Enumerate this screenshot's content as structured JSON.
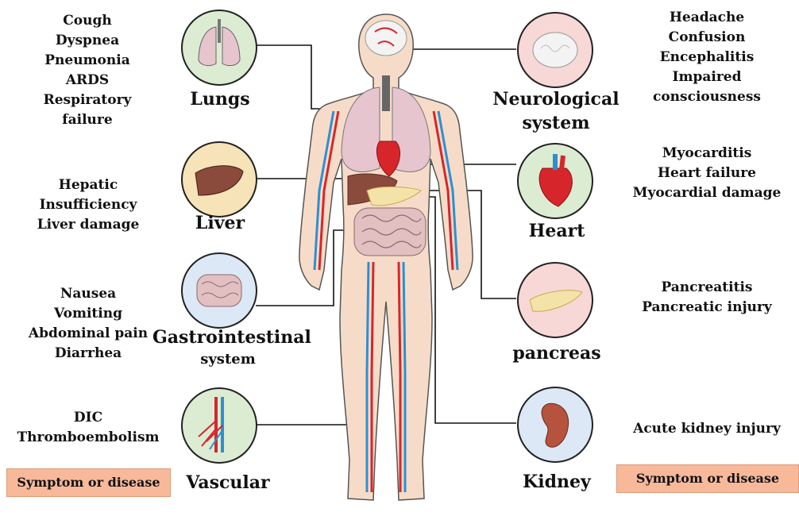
{
  "organs": {
    "lungs": {
      "name": "Lungs",
      "symptoms": [
        "Cough",
        "Dyspnea",
        "Pneumonia",
        "ARDS",
        "Respiratory failure"
      ]
    },
    "liver": {
      "name": "Liver",
      "symptoms": [
        "Hepatic",
        "Insufficiency",
        "Liver damage"
      ]
    },
    "gi": {
      "name1": "Gastrointestinal",
      "name2": "system",
      "symptoms": [
        "Nausea",
        "Vomiting",
        "Abdominal pain",
        "Diarrhea"
      ]
    },
    "vascular": {
      "name": "Vascular",
      "symptoms": [
        "DIC",
        "Thromboembolism"
      ]
    },
    "neuro": {
      "name1": "Neurological",
      "name2": "system",
      "symptoms": [
        "Headache",
        "Confusion",
        "Encephalitis",
        "Impaired consciousness"
      ]
    },
    "heart": {
      "name": "Heart",
      "symptoms": [
        "Myocarditis",
        "Heart failure",
        "Myocardial damage"
      ]
    },
    "pancreas": {
      "name": "pancreas",
      "symptoms": [
        "Pancreatitis",
        "Pancreatic injury"
      ]
    },
    "kidney": {
      "name": "Kidney",
      "symptoms": [
        "Acute kidney injury"
      ]
    }
  },
  "legend": {
    "left": "Symptom or disease",
    "right": "Symptom or disease"
  },
  "colors": {
    "legend_fill": "#f7b99a",
    "skin": "#f6dcc8",
    "artery": "#d7262b",
    "vein": "#2f8fd0"
  }
}
